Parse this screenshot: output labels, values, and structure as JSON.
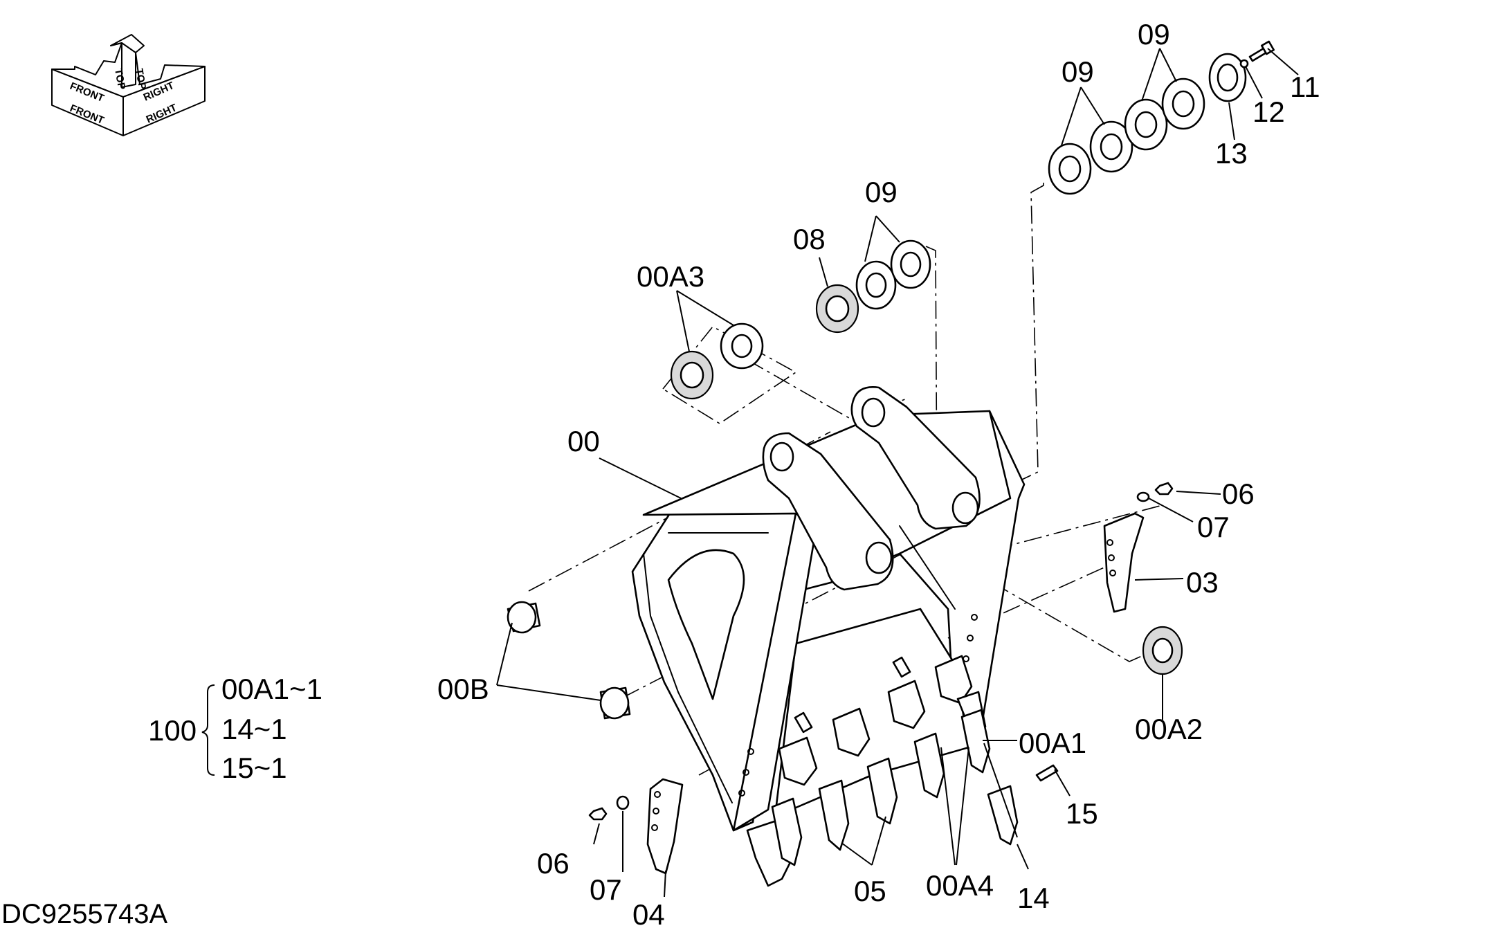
{
  "drawing_code": "DC9255743A",
  "orientation_icon": {
    "labels": [
      "FRONT",
      "FRONT",
      "TOP",
      "TOP",
      "RIGHT",
      "RIGHT"
    ]
  },
  "callouts": {
    "c00": "00",
    "c00B": "00B",
    "c00A1": "00A1",
    "c00A2": "00A2",
    "c00A3": "00A3",
    "c00A4": "00A4",
    "c03": "03",
    "c04": "04",
    "c05": "05",
    "c06_right": "06",
    "c06_left": "06",
    "c07_right": "07",
    "c07_left": "07",
    "c08": "08",
    "c09_a": "09",
    "c09_b": "09",
    "c09_c": "09",
    "c11": "11",
    "c12": "12",
    "c13": "13",
    "c14": "14",
    "c15": "15"
  },
  "kit_reference": {
    "kit_number": "100",
    "items": [
      "00A1~1",
      "14~1",
      "15~1"
    ]
  }
}
